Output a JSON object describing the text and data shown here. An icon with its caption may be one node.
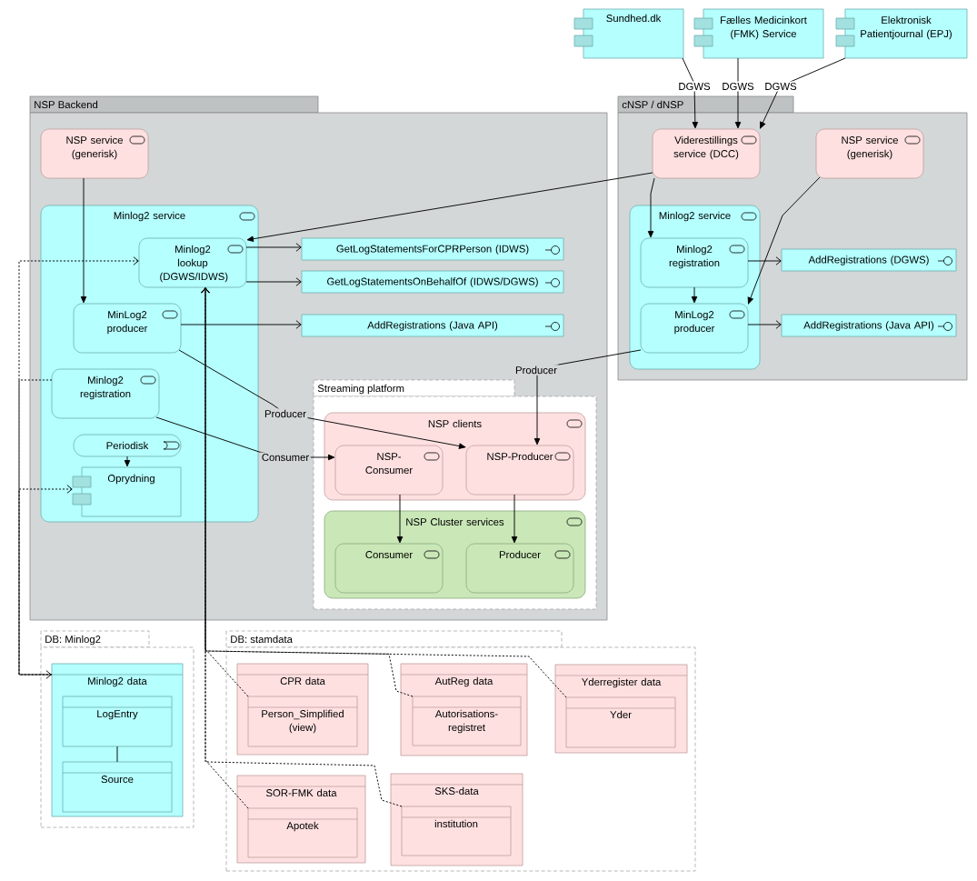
{
  "diagram": {
    "nodes": [
      {
        "text": [
          "Sundhed.dk"
        ]
      },
      {
        "text": [
          "Fælles Medicinkort (FMK) Service"
        ]
      },
      {
        "text": [
          "Elektronisk Patientjournal (EPJ)"
        ]
      },
      {
        "text": [
          "NSP Backend"
        ]
      },
      {
        "text": [
          "NSP service (generisk)"
        ],
        "in": 3
      },
      {
        "text": [
          "Minlog2 service"
        ],
        "in": 3
      },
      {
        "text": [
          "Minlog2 lookup (DGWS/IDWS)"
        ],
        "in": 5
      },
      {
        "text": [
          "MinLog2 producer"
        ],
        "in": 5
      },
      {
        "text": [
          "Minlog2 registration"
        ],
        "in": 5
      },
      {
        "text": [
          "Periodisk"
        ],
        "in": 5
      },
      {
        "text": [
          "Oprydning"
        ],
        "in": 5
      },
      {
        "text": [
          "GetLogStatementsForCPRPerson (IDWS)"
        ],
        "in": 3
      },
      {
        "text": [
          "GetLogStatementsOnBehalfOf (IDWS/DGWS)"
        ],
        "in": 3
      },
      {
        "text": [
          "AddRegistrations (Java API)"
        ],
        "in": 3
      },
      {
        "text": [
          "Streaming platform"
        ],
        "in": 3
      },
      {
        "text": [
          "NSP clients"
        ],
        "in": 14
      },
      {
        "text": [
          "NSP-Consumer"
        ],
        "in": 15
      },
      {
        "text": [
          "NSP-Producer"
        ],
        "in": 15
      },
      {
        "text": [
          "NSP Cluster services"
        ],
        "in": 14
      },
      {
        "text": [
          "Consumer"
        ],
        "in": 18
      },
      {
        "text": [
          "Producer"
        ],
        "in": 18
      },
      {
        "text": [
          "cNSP / dNSP"
        ]
      },
      {
        "text": [
          "Viderestillings service (DCC)"
        ],
        "in": 21
      },
      {
        "text": [
          "NSP service (generisk)"
        ],
        "in": 21
      },
      {
        "text": [
          "Minlog2 service"
        ],
        "in": 21
      },
      {
        "text": [
          "Minlog2 registration"
        ],
        "in": 24
      },
      {
        "text": [
          "MinLog2 producer"
        ],
        "in": 24
      },
      {
        "text": [
          "AddRegistrations (DGWS)"
        ],
        "in": 21
      },
      {
        "text": [
          "AddRegistrations (Java API)"
        ],
        "in": 21
      },
      {
        "text": [
          "DB: Minlog2"
        ]
      },
      {
        "text": [
          "Minlog2 data"
        ],
        "in": 29
      },
      {
        "text": [
          "LogEntry"
        ],
        "in": 30
      },
      {
        "text": [
          "Source"
        ],
        "in": 30
      },
      {
        "text": [
          "DB: stamdata"
        ]
      },
      {
        "text": [
          "CPR data"
        ],
        "in": 33
      },
      {
        "text": [
          "Person_Simplified (view)"
        ],
        "in": 34
      },
      {
        "text": [
          "AutReg data"
        ],
        "in": 33
      },
      {
        "text": [
          "Autorisations-registret"
        ],
        "in": 36
      },
      {
        "text": [
          "Yderregister data"
        ],
        "in": 33
      },
      {
        "text": [
          "Yder"
        ],
        "in": 38
      },
      {
        "text": [
          "SOR-FMK data"
        ],
        "in": 33
      },
      {
        "text": [
          "Apotek"
        ],
        "in": 40
      },
      {
        "text": [
          "SKS-data"
        ],
        "in": 33
      },
      {
        "text": [
          "institution"
        ],
        "in": 42
      }
    ],
    "edges": [
      {
        "from": 0,
        "to": 22,
        "arrow": "to",
        "label": "DGWS"
      },
      {
        "from": 1,
        "to": 22,
        "arrow": "to",
        "label": "DGWS"
      },
      {
        "from": 2,
        "to": 22,
        "arrow": "to",
        "label": "DGWS"
      },
      {
        "from": 4,
        "to": 7,
        "arrow": "to"
      },
      {
        "from": 6,
        "to": 11,
        "arrow": "to"
      },
      {
        "from": 6,
        "to": 12,
        "arrow": "to"
      },
      {
        "from": 7,
        "to": 13,
        "arrow": "to"
      },
      {
        "from": 22,
        "to": 6,
        "arrow": "to"
      },
      {
        "from": 22,
        "to": 25,
        "arrow": "to"
      },
      {
        "from": 23,
        "to": 26,
        "arrow": "to"
      },
      {
        "from": 25,
        "to": 27,
        "arrow": "to"
      },
      {
        "from": 25,
        "to": 26,
        "arrow": "to"
      },
      {
        "from": 26,
        "to": 28,
        "arrow": "to"
      },
      {
        "from": 26,
        "to": 17,
        "arrow": "to",
        "label": "Producer"
      },
      {
        "from": 7,
        "to": 17,
        "arrow": "to",
        "label": "Producer"
      },
      {
        "from": 8,
        "to": 16,
        "arrow": "to",
        "label": "Consumer"
      },
      {
        "from": 16,
        "to": 19,
        "arrow": "to"
      },
      {
        "from": 17,
        "to": 20,
        "arrow": "to"
      },
      {
        "from": 9,
        "to": 10,
        "arrow": "to"
      },
      {
        "from": 31,
        "to": 32,
        "arrow": "none"
      },
      {
        "from": 8,
        "to": 30,
        "arrow": "to",
        "style": "dashed"
      },
      {
        "from": 30,
        "to": 6,
        "arrow": "to",
        "style": "dashed"
      },
      {
        "from": 30,
        "to": 10,
        "arrow": "to",
        "style": "dashed"
      },
      {
        "from": 35,
        "to": 6,
        "arrow": "to",
        "style": "dashed"
      },
      {
        "from": 37,
        "to": 6,
        "arrow": "to",
        "style": "dashed"
      },
      {
        "from": 39,
        "to": 6,
        "arrow": "to",
        "style": "dashed"
      },
      {
        "from": 41,
        "to": 6,
        "arrow": "to",
        "style": "dashed"
      },
      {
        "from": 43,
        "to": 6,
        "arrow": "to",
        "style": "dashed"
      }
    ]
  }
}
